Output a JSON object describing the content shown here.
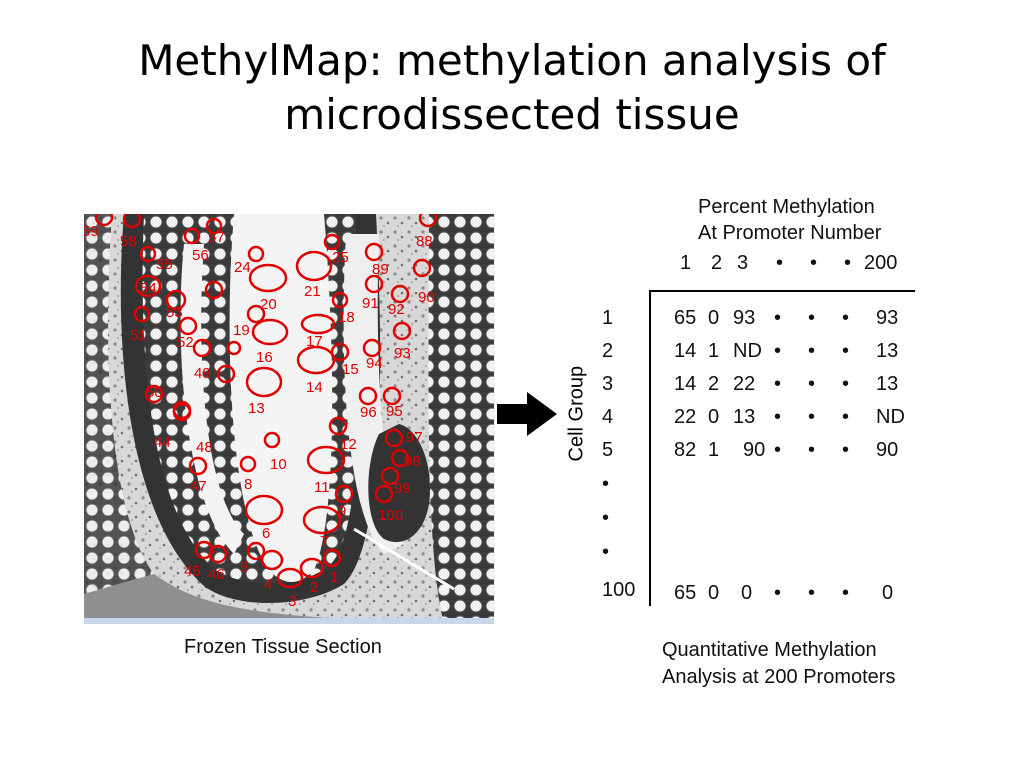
{
  "title": {
    "line1": "MethylMap: methylation analysis of",
    "line2": "microdissected tissue"
  },
  "left_caption": "Frozen Tissue Section",
  "right_caption": {
    "line1": "Quantitative Methylation",
    "line2": "Analysis at 200 Promoters"
  },
  "arrow_icon": "right-arrow-icon",
  "table": {
    "header_line1": "Percent Methylation",
    "header_line2": "At Promoter Number",
    "columns": [
      "1",
      "2",
      "3",
      "•",
      "•",
      "•",
      "200"
    ],
    "row_axis_label": "Cell Group",
    "rows": [
      {
        "label": "1",
        "cells": [
          "65",
          "0",
          "93",
          "•",
          "•",
          "•",
          "93"
        ]
      },
      {
        "label": "2",
        "cells": [
          "14",
          "1",
          "ND",
          "•",
          "•",
          "•",
          "13"
        ]
      },
      {
        "label": "3",
        "cells": [
          "14",
          "2",
          "22",
          "•",
          "•",
          "•",
          "13"
        ]
      },
      {
        "label": "4",
        "cells": [
          "22",
          "0",
          "13",
          "•",
          "•",
          "•",
          "ND"
        ]
      },
      {
        "label": "5",
        "cells": [
          "82",
          "1",
          "90",
          "•",
          "•",
          "•",
          "90"
        ]
      },
      {
        "label": "•",
        "cells": []
      },
      {
        "label": "•",
        "cells": []
      },
      {
        "label": "•",
        "cells": []
      },
      {
        "label": "100",
        "cells": [
          "65",
          "0",
          "0",
          "•",
          "•",
          "•",
          "0"
        ]
      }
    ]
  },
  "tissue_labels": [
    "59",
    "58",
    "57",
    "56",
    "55",
    "54",
    "53",
    "52",
    "51",
    "50",
    "49",
    "48",
    "47",
    "46",
    "45",
    "44",
    "24",
    "25",
    "21",
    "20",
    "19",
    "18",
    "17",
    "16",
    "15",
    "14",
    "13",
    "12",
    "11",
    "10",
    "9",
    "8",
    "7",
    "6",
    "5",
    "4",
    "3",
    "2",
    "1",
    "88",
    "89",
    "90",
    "91",
    "92",
    "93",
    "94",
    "95",
    "96",
    "97",
    "98",
    "99",
    "100"
  ]
}
